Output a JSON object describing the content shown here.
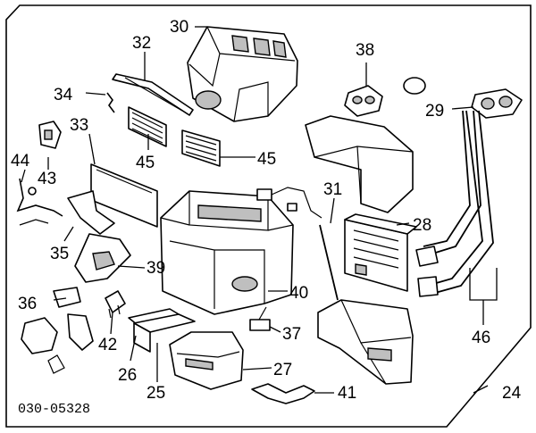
{
  "diagram": {
    "caption": "030-05328",
    "labels": {
      "l24": "24",
      "l25": "25",
      "l26": "26",
      "l27": "27",
      "l28": "28",
      "l29": "29",
      "l30": "30",
      "l31": "31",
      "l32": "32",
      "l33": "33",
      "l34": "34",
      "l35": "35",
      "l36": "36",
      "l37": "37",
      "l38": "38",
      "l39": "39",
      "l40": "40",
      "l41": "41",
      "l42": "42",
      "l43": "43",
      "l44": "44",
      "l45a": "45",
      "l45b": "45",
      "l46": "46"
    }
  }
}
